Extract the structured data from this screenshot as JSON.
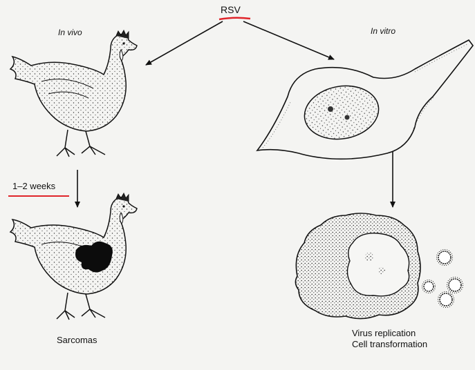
{
  "labels": {
    "agent": "RSV",
    "in_vivo": "In vivo",
    "in_vitro": "In vitro",
    "time": "1–2 weeks",
    "vivo_outcome": "Sarcomas",
    "vitro_outcome_1": "Virus replication",
    "vitro_outcome_2": "Cell transformation"
  },
  "colors": {
    "ink": "#111111",
    "underline": "#e0242a",
    "tumor": "#0c0c0c",
    "background": "#f4f4f2"
  },
  "icons": {
    "healthy_chicken": "chicken-icon",
    "sick_chicken": "chicken-with-tumor-icon",
    "normal_cell": "fibroblast-cell-icon",
    "transformed_cell": "transformed-cell-icon",
    "virus": "virus-particle-icon"
  }
}
